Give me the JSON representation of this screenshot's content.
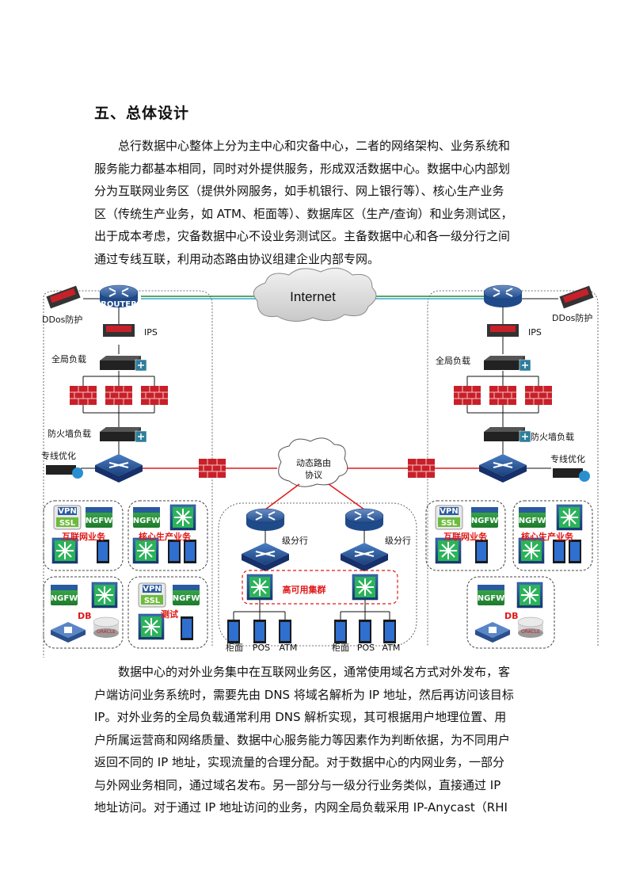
{
  "heading": "五、总体设计",
  "paragraph1": [
    "总行数据中心整体上分为主中心和灾备中心，二者的网络架构、业务系统和",
    "服务能力都基本相同，同时对外提供服务，形成双活数据中心。数据中心内部划",
    "分为互联网业务区（提供外网服务，如手机银行、网上银行等）、核心生产业务",
    "区（传统生产业务，如 ATM、柜面等）、数据库区（生产/查询）和业务测试区，",
    "出于成本考虑，灾备数据中心不设业务测试区。主备数据中心和各一级分行之间",
    "通过专线互联，利用动态路由协议组建企业内部专网。"
  ],
  "paragraph2": [
    "数据中心的对外业务集中在互联网业务区，通常使用域名方式对外发布，客",
    "户端访问业务系统时，需要先由 DNS 将域名解析为 IP 地址，然后再访问该目标",
    "IP。对外业务的全局负载通常利用 DNS 解析实现，其可根据用户地理位置、用",
    "户所属运营商和网络质量、数据中心服务能力等因素作为判断依据，为不同用户",
    "返回不同的 IP 地址，实现流量的合理分配。对于数据中心的内网业务，一部分",
    "与外网业务相同，通过域名发布。另一部分与一级分行业务类似，直接通过 IP",
    "地址访问。对于通过 IP 地址访问的业务，内网全局负载采用 IP-Anycast（RHI"
  ],
  "diagram": {
    "internet": "Internet",
    "dynamic_routing": [
      "动态路由",
      "协议"
    ],
    "left": {
      "ddos": "DDos防护",
      "ips": "IPS",
      "glb": "全局负载",
      "fw_lb": "防火墙负载",
      "wan_opt": "专线优化",
      "zone_internet": "互联网业务",
      "zone_core": "核心生产业务",
      "db": "DB",
      "test": "测试"
    },
    "right": {
      "ddos": "DDos防护",
      "ips": "IPS",
      "glb": "全局负载",
      "fw_lb": "防火墙负载",
      "wan_opt": "专线优化",
      "zone_internet": "互联网业务",
      "zone_core": "核心生产业务",
      "db": "DB"
    },
    "branch_label": "级分行",
    "ha_cluster": "高可用集群",
    "terminals_left": [
      "柜面",
      "POS",
      "ATM"
    ],
    "terminals_right": [
      "柜面",
      "POS",
      "ATM"
    ],
    "router_text": "ROUTER",
    "vpn": "VPN",
    "ssl": "SSL",
    "ngfw": "NGFW",
    "oracle": "ORACLE"
  }
}
